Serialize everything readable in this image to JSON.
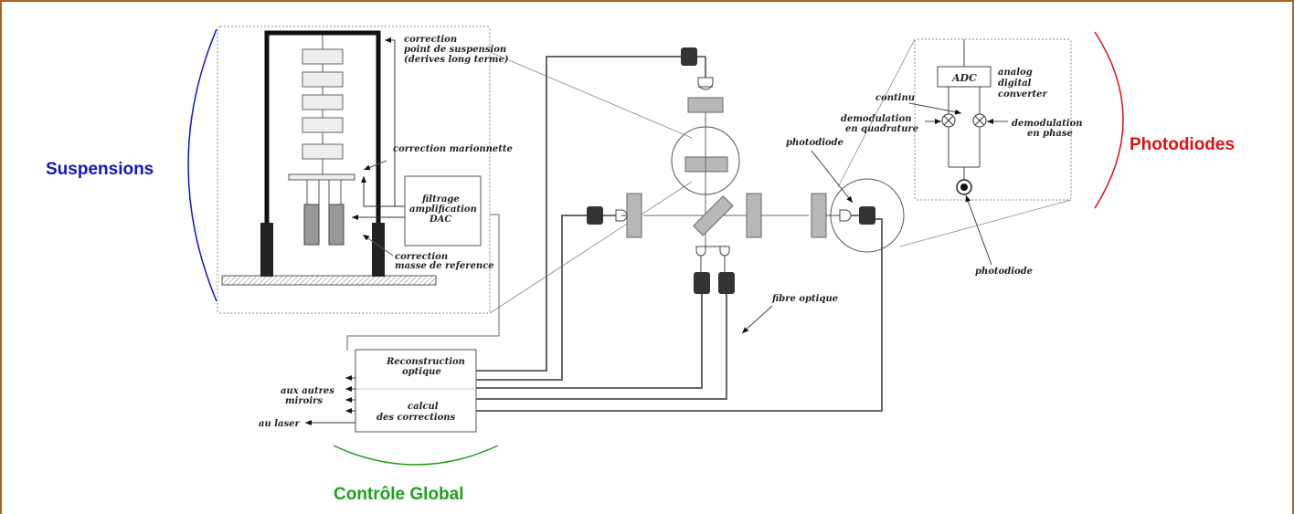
{
  "colors": {
    "frame": "#b0651e",
    "suspensions": "#1414c8",
    "photodiodes": "#e01010",
    "global": "#1ea01e",
    "detector": "#333333"
  },
  "section_labels": {
    "suspensions": "Suspensions",
    "photodiodes": "Photodiodes",
    "controle_global": "Contrôle Global"
  },
  "suspension_inset": {
    "correction_1": "correction",
    "correction_1b": "point de suspension",
    "correction_1c": "(derives long terme)",
    "correction_marionnette": "correction marionnette",
    "filtrage_1": "filtrage",
    "filtrage_2": "amplification",
    "filtrage_3": "DAC",
    "correction_masse_1": "correction",
    "correction_masse_2": "masse de reference"
  },
  "photodiode_inset": {
    "adc": "ADC",
    "adc_desc_1": "analog",
    "adc_desc_2": "digital",
    "adc_desc_3": "converter",
    "continu": "continu",
    "demod_quad_1": "demodulation",
    "demod_quad_2": "en quadrature",
    "demod_phase_1": "demodulation",
    "demod_phase_2": "en phase",
    "photodiode_bottom": "photodiode"
  },
  "main_labels": {
    "photodiode": "photodiode",
    "fibre_optique": "fibre optique",
    "reconstruction_1": "Reconstruction",
    "reconstruction_2": "optique",
    "calcul_1": "calcul",
    "calcul_2": "des corrections",
    "aux_autres_1": "aux autres",
    "aux_autres_2": "miroirs",
    "au_laser": "au laser"
  }
}
